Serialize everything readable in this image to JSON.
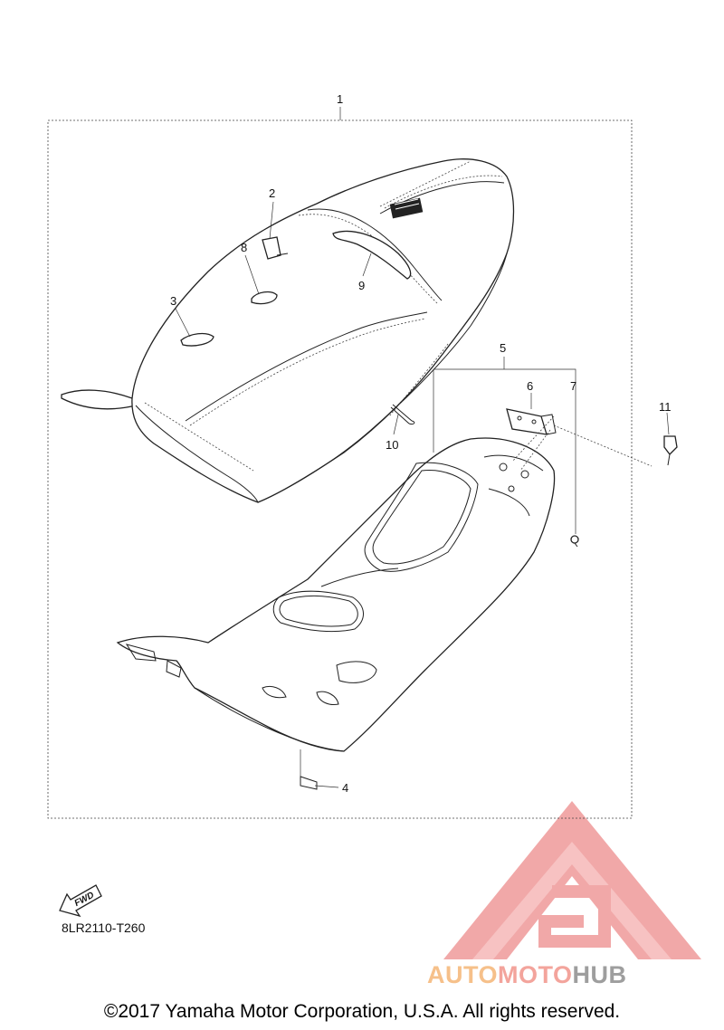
{
  "callouts": {
    "c1": "1",
    "c2": "2",
    "c3": "3",
    "c4": "4",
    "c5": "5",
    "c6": "6",
    "c7": "7",
    "c8": "8",
    "c9": "9",
    "c10": "10",
    "c11": "11"
  },
  "fwd_label": "FWD",
  "part_code": "8LR2110-T260",
  "watermark": {
    "auto": "AUTO",
    "moto": "MOTO",
    "hub": "HUB",
    "auto_color": "#f6c08a",
    "moto_color": "#f3a49c",
    "hub_color": "#9e9e9e",
    "logo_color": "#ee8f8f"
  },
  "copyright": "©2017 Yamaha Motor Corporation, U.S.A. All rights reserved."
}
